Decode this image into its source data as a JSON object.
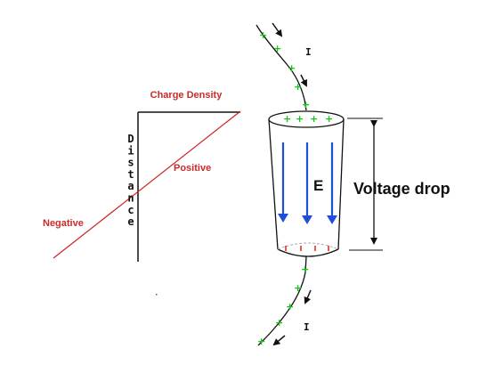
{
  "graph": {
    "title": "Charge Density",
    "axis_label": "Distance",
    "positive_label": "Positive",
    "negative_label": "Negative"
  },
  "conductor": {
    "field_label": "E",
    "voltage_label": "Voltage drop",
    "current_symbol": "I",
    "charge_symbol": "+"
  },
  "colors": {
    "label_red": "#cc2a2a",
    "field_blue": "#1f4fd8",
    "charge_green": "#16c316",
    "negative_red": "#e02020"
  },
  "icons": [
    "field-arrow-icon",
    "current-arrow-icon",
    "voltage-arrow-icon"
  ]
}
